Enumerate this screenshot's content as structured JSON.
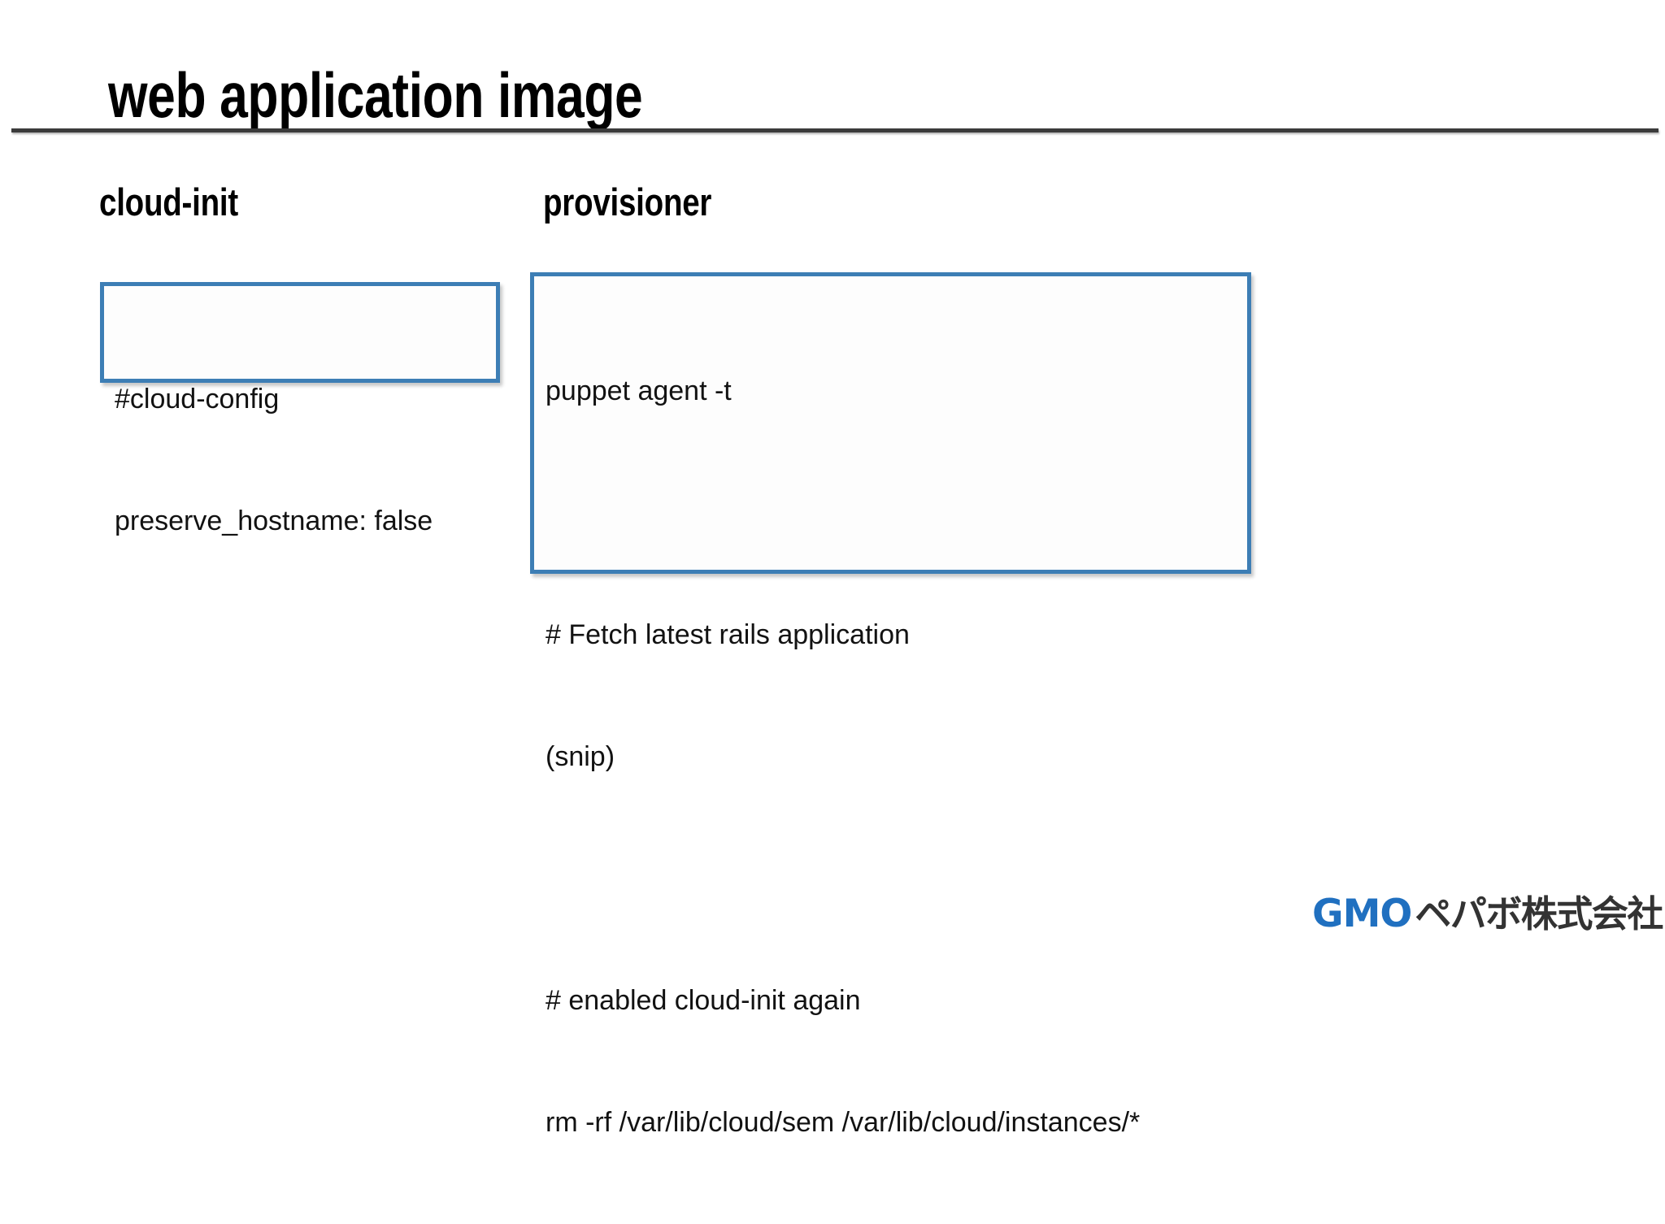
{
  "slide": {
    "title": "web application image",
    "background_color": "#ffffff",
    "rule_color": "#3b3b3b"
  },
  "sections": [
    {
      "heading": "cloud-init",
      "box": {
        "border_color": "#3d7eb5",
        "fill_color": "#fdfdfd",
        "lines": [
          "#cloud-config",
          "preserve_hostname: false"
        ]
      }
    },
    {
      "heading": "provisioner",
      "box": {
        "border_color": "#3d7eb5",
        "fill_color": "#fdfdfd",
        "lines": [
          "puppet agent -t",
          "",
          "# Fetch latest rails application",
          "(snip)",
          "",
          "# enabled cloud-init again",
          "rm -rf /var/lib/cloud/sem /var/lib/cloud/instances/*"
        ]
      }
    }
  ],
  "footer": {
    "logo_brand": "GMO",
    "logo_name": "ペパボ株式会社",
    "logo_brand_color": "#2070c0",
    "logo_name_color": "#333333"
  }
}
